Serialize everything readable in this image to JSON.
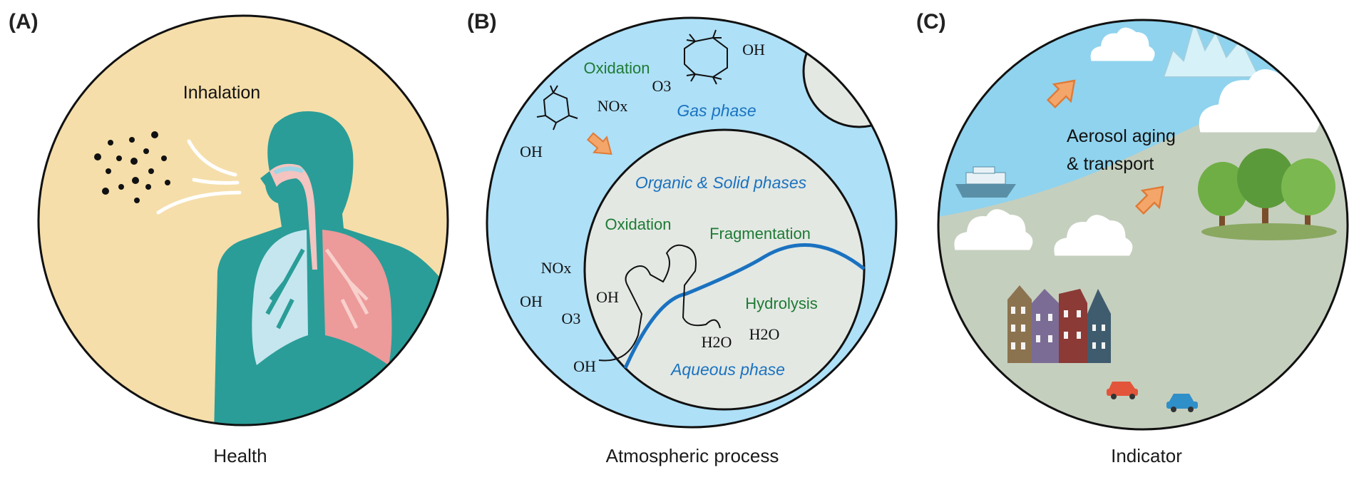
{
  "panels": {
    "a": {
      "label": "(A)",
      "caption": "Health",
      "inhalation": "Inhalation"
    },
    "b": {
      "label": "(B)",
      "caption": "Atmospheric process",
      "gas_phase": "Gas phase",
      "organic_solid": "Organic & Solid phases",
      "aqueous_phase": "Aqueous phase",
      "oxidation": "Oxidation",
      "fragmentation": "Fragmentation",
      "hydrolysis": "Hydrolysis",
      "oh": "OH",
      "nox": "NOx",
      "o3": "O3",
      "h2o": "H2O"
    },
    "c": {
      "label": "(C)",
      "caption": "Indicator",
      "aging_line1": "Aerosol aging",
      "aging_line2": "& transport"
    }
  },
  "colors": {
    "skin_bg": "#f5deaa",
    "body_teal": "#2a9d98",
    "lung_blue": "#c5e6ee",
    "lung_pink": "#ec9a9a",
    "gas_blue": "#aee0f7",
    "particle_grey": "#e3e8e3",
    "sky": "#8fd3ee",
    "ground": "#c5cfbe",
    "arrow_orange": "#f4a66a",
    "phase_blue": "#1a72c0",
    "process_green": "#1e7a34"
  }
}
